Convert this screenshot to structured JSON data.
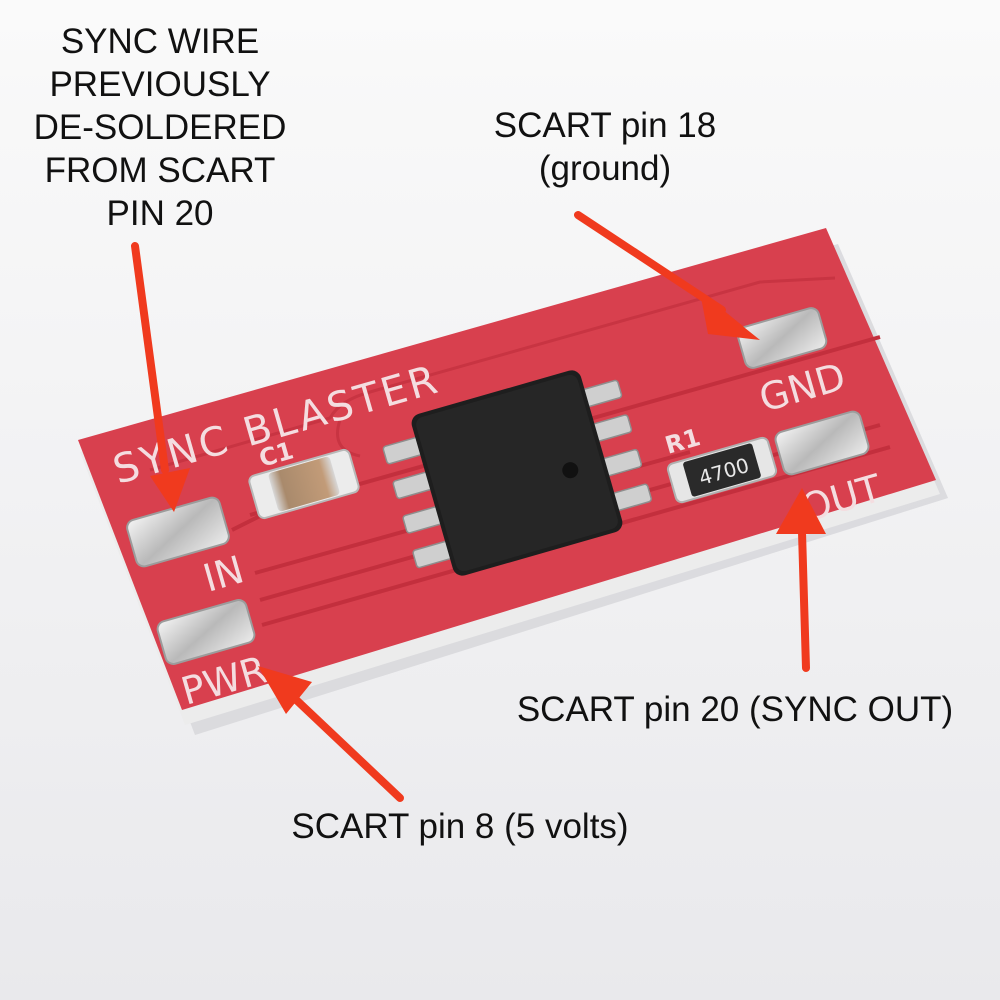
{
  "labels": {
    "sync_wire": [
      "SYNC WIRE",
      "PREVIOUSLY",
      "DE-SOLDERED",
      "FROM SCART",
      "PIN 20"
    ],
    "pin18": [
      "SCART pin 18",
      "(ground)"
    ],
    "pin20": "SCART pin 20 (SYNC OUT)",
    "pin8": "SCART pin 8 (5 volts)"
  },
  "board": {
    "title": "SYNC BLASTER",
    "capacitor_ref": "C1",
    "resistor_ref": "R1",
    "resistor_code": "4700",
    "pads": {
      "in": "IN",
      "pwr": "PWR",
      "gnd": "GND",
      "out": "OUT"
    }
  },
  "colors": {
    "arrow": "#f03a1e",
    "pcb": "#d8404e",
    "silkscreen": "#f4dde0",
    "pad": "#d9d9d9",
    "chip": "#1e1e1e"
  }
}
